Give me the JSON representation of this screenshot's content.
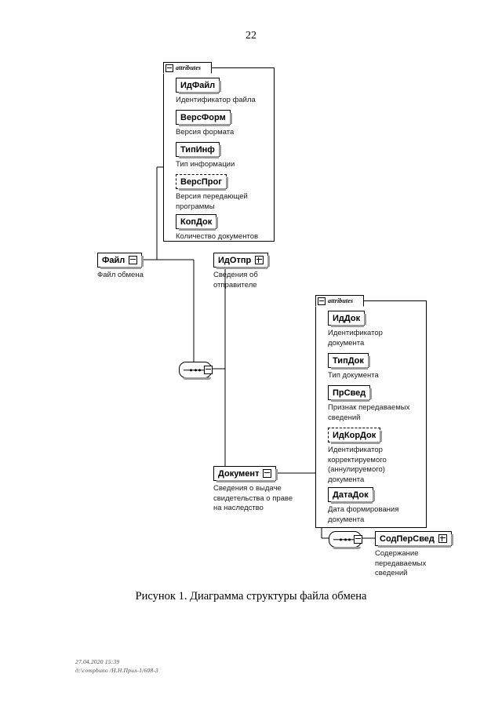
{
  "page": {
    "number": "22",
    "caption": "Рисунок 1. Диаграмма структуры файла обмена"
  },
  "footer": {
    "line1": "27.04.2020 15:39",
    "line2": "д:\\compbuno /Н.Н.Прил-1/608-3"
  },
  "diagram": {
    "type": "xsd-schema-tree",
    "attributes_tab_label": "attributes",
    "root": {
      "name": "Файл",
      "description": "Файл обмена",
      "control": "minus"
    },
    "file_attributes": [
      {
        "name": "ИдФайл",
        "description": "Идентификатор файла",
        "optional": false
      },
      {
        "name": "ВерсФорм",
        "description": "Версия формата",
        "optional": false
      },
      {
        "name": "ТипИнф",
        "description": "Тип информации",
        "optional": false
      },
      {
        "name": "ВерсПрог",
        "description": "Версия передающей\nпрограммы",
        "optional": true
      },
      {
        "name": "КопДок",
        "description": "Количество документов",
        "optional": false
      }
    ],
    "file_children": [
      {
        "name": "ИдОтпр",
        "description": "Сведения об\nотправителе",
        "control": "plus"
      },
      {
        "name": "Документ",
        "description": "Сведения о выдаче\nсвидетельства о праве\nна наследство",
        "control": "minus"
      }
    ],
    "document_attributes": [
      {
        "name": "ИдДок",
        "description": "Идентификатор\nдокумента",
        "optional": false
      },
      {
        "name": "ТипДок",
        "description": "Тип документа",
        "optional": false
      },
      {
        "name": "ПрСвед",
        "description": "Признак передаваемых\nсведений",
        "optional": false
      },
      {
        "name": "ИдКорДок",
        "description": "Идентификатор\nкорректируемого\n(аннулируемого)\nдокумента",
        "optional": true
      },
      {
        "name": "ДатаДок",
        "description": "Дата формирования\nдокумента",
        "optional": false
      }
    ],
    "document_children": [
      {
        "name": "СодПерСвед",
        "description": "Содержание\nпередаваемых\nсведений",
        "control": "plus"
      }
    ]
  }
}
